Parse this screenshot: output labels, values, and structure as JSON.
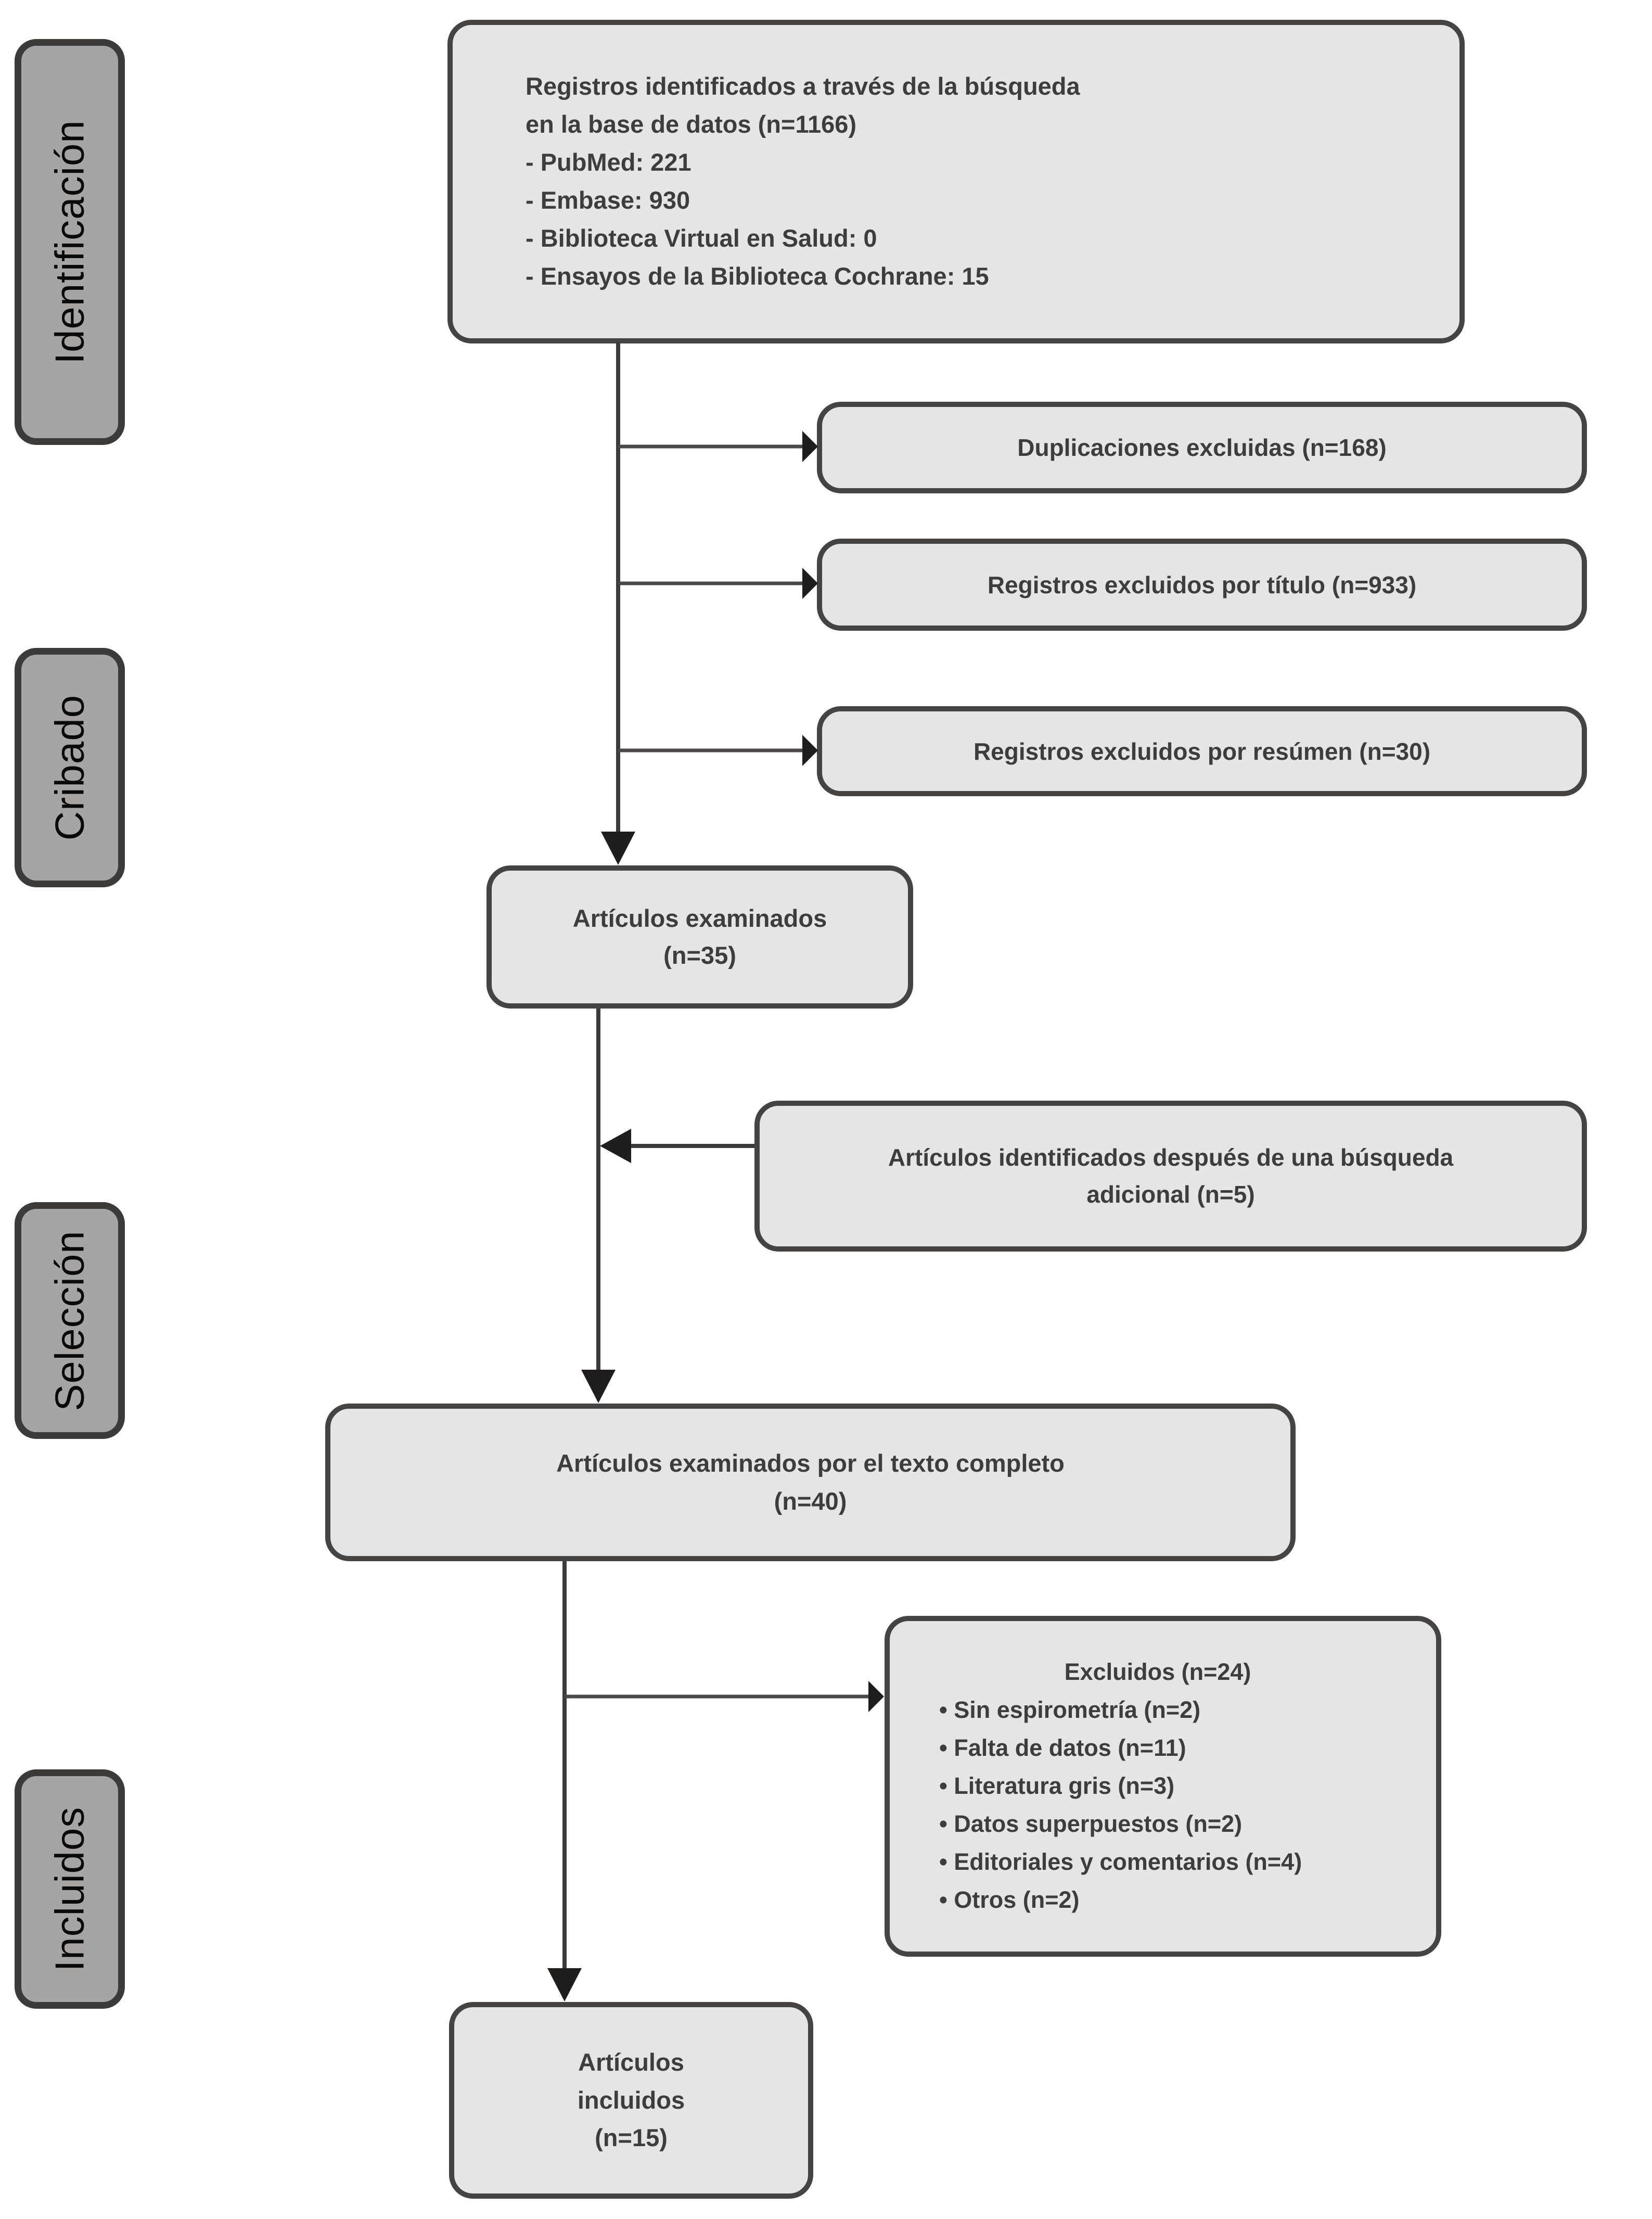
{
  "diagram": {
    "stages": [
      {
        "label": "Identificación"
      },
      {
        "label": "Cribado"
      },
      {
        "label": "Selección"
      },
      {
        "label": "Incluidos"
      }
    ],
    "boxes": {
      "identified": {
        "lines": [
          "Registros identificados a través de la búsqueda",
          "en la base de datos (n=1166)",
          "- PubMed: 221",
          "- Embase: 930",
          "- Biblioteca Virtual en Salud: 0",
          "- Ensayos de la Biblioteca Cochrane: 15"
        ]
      },
      "duplicates_excluded": {
        "label": "Duplicaciones excluidas (n=168)"
      },
      "title_excluded": {
        "label": "Registros excluidos por título (n=933)"
      },
      "abstract_excluded": {
        "label": "Registros excluidos por resúmen (n=30)"
      },
      "screened": {
        "lines": [
          "Artículos examinados",
          "(n=35)"
        ]
      },
      "additional_search": {
        "lines": [
          "Artículos identificados después de una búsqueda",
          "adicional (n=5)"
        ]
      },
      "fulltext": {
        "lines": [
          "Artículos examinados por el texto completo",
          "(n=40)"
        ]
      },
      "excluded": {
        "title": "Excluidos (n=24)",
        "items": [
          "• Sin espirometría (n=2)",
          "• Falta de datos (n=11)",
          "• Literatura gris (n=3)",
          "• Datos superpuestos (n=2)",
          "• Editoriales y comentarios (n=4)",
          "• Otros (n=2)"
        ]
      },
      "included": {
        "lines": [
          "Artículos",
          "incluidos",
          "(n=15)"
        ]
      }
    },
    "colors": {
      "flow_box_fill": "#e6e5e4",
      "flow_box_border": "#454443",
      "stage_fill": "#a7a5a3",
      "stage_border": "#3c3b3a",
      "connector": "#3d3c3b",
      "arrowhead": "#1f1e1d",
      "text": "#3e3d3c"
    }
  }
}
